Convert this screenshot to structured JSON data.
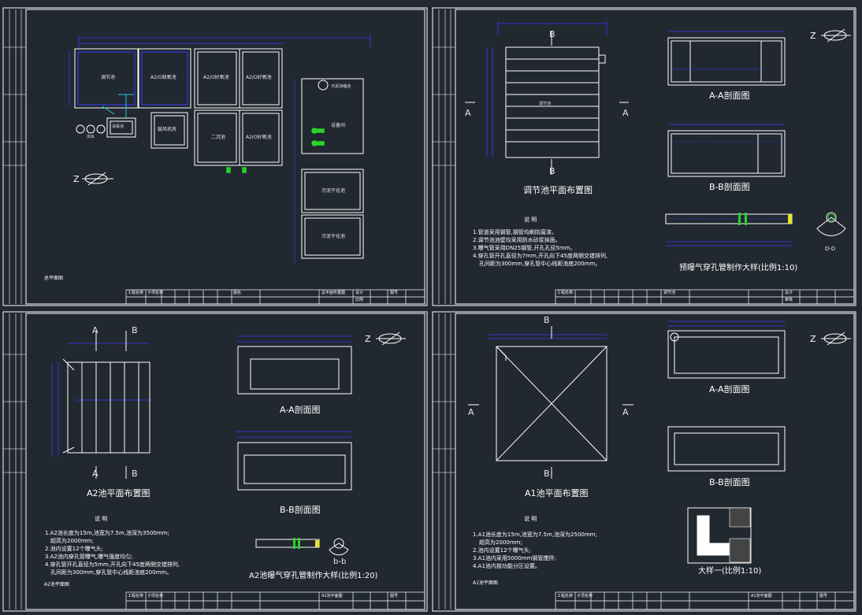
{
  "colors": {
    "background": "#212830",
    "border": "#ffffff",
    "dimension": "#3a3aff",
    "green": "#29d329",
    "yellow": "#e6e61e",
    "cyan": "#22c9d6"
  },
  "sheet1": {
    "rooms": {
      "r1": "调节池",
      "r2": "A2/O缺氧池",
      "r3": "A2/O好氧池",
      "r4": "A2/O好氧池",
      "r5": "二沉池",
      "r6": "A2/O好氧池",
      "r7": "鼓风机房",
      "r8": "消毒池",
      "r9": "设备间",
      "r10": "污泥干化池",
      "r11": "污泥干化池",
      "r12": "污泥浓缩池"
    },
    "tag": "出水",
    "note": "总平面图",
    "title_block": {
      "t1": "工程名称",
      "t2": "子项名称",
      "t3": "图名",
      "t4": "总平面布置图",
      "t5": "设计",
      "t6": "比例",
      "t7": "图号"
    }
  },
  "sheet2": {
    "section_b_top": "B",
    "section_b_bottom": "B",
    "section_a_left": "A",
    "section_a_right": "A",
    "pool_label": "调节池",
    "plan_title": "调节池平面布置图",
    "aa_title": "A-A剖面图",
    "bb_title": "B-B剖面图",
    "detail_title": "预曝气穿孔管制作大样(比例1:10)",
    "section_label": "D-D",
    "note_heading": "说 明",
    "notes": [
      "1.管道采用钢管,钢管均刷防腐漆。",
      "2.调节池池壁均采用防水砂浆抹面。",
      "3.曝气管采用DN25钢管,开孔孔径5mm。",
      "4.穿孔管开孔直径为7mm,开孔向下45度两侧交错排列,",
      "孔间距为300mm,穿孔管中心线距池底200mm。"
    ],
    "title_block": {
      "t1": "工程名称",
      "t2": "调节池",
      "t3": "设计",
      "t4": "审核"
    }
  },
  "sheet3": {
    "a_top": "A",
    "b_top": "B",
    "a_bottom": "A",
    "b_bottom": "B",
    "plan_title": "A2池平面布置图",
    "aa_title": "A-A剖面图",
    "bb_title": "B-B剖面图",
    "bb_small": "b-b",
    "detail_title": "A2池曝气穿孔管制作大样(比例1:20)",
    "note_heading": "说 明",
    "notes": [
      "1.A2池长度为15m,池宽为7.5m,池深为3500mm;",
      "超高为2000mm;",
      "2.池内设置12个曝气头;",
      "3.A2池内穿孔管曝气,曝气强度均匀;",
      "4.穿孔管开孔直径为5mm,开孔向下45度两侧交错排列,",
      "孔间距为300mm,穿孔管中心线距池底200mm。"
    ],
    "footer_note": "A2池平面图",
    "title_block": {
      "t1": "工程名称",
      "t2": "子项名称",
      "t3": "A2池平面图",
      "t4": "图号"
    }
  },
  "sheet4": {
    "b_top": "B",
    "b_bottom": "B",
    "a_left": "A",
    "a_right": "A",
    "plan_title": "A1池平面布置图",
    "aa_title": "A-A剖面图",
    "bb_title": "B-B剖面图",
    "detail_title": "大样一(比例1:10)",
    "note_heading": "说 明",
    "notes": [
      "1.A1池长度为15m,池宽为7.5m,池深为2500mm;",
      "超高为2000mm;",
      "2.池内设置12个曝气头;",
      "3.A1池内采用5000mm钢管搅拌;",
      "4.A1池内按功能分区设置。"
    ],
    "footer_note": "A1池平面图",
    "title_block": {
      "t1": "工程名称",
      "t2": "子项名称",
      "t3": "A1池平面图",
      "t4": "图号"
    }
  }
}
